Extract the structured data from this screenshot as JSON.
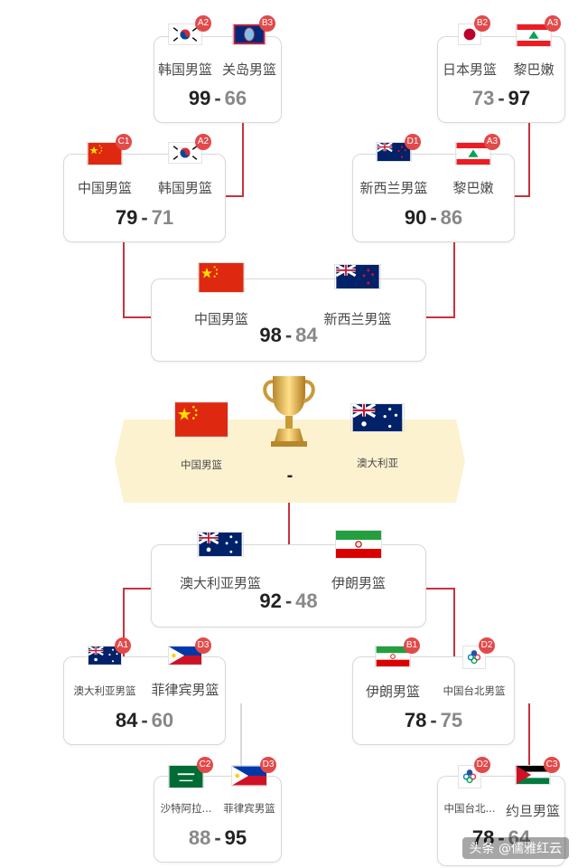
{
  "colors": {
    "accent_line": "#c8323c",
    "badge": "#e24a4a",
    "final_bg": "#fdf2d0"
  },
  "matches": {
    "m1": {
      "team1": {
        "name": "韩国男篮",
        "seed": "A2"
      },
      "team2": {
        "name": "关岛男篮",
        "seed": "B3"
      },
      "score1": "99",
      "score2": "66"
    },
    "m2": {
      "team1": {
        "name": "日本男篮",
        "seed": "B2"
      },
      "team2": {
        "name": "黎巴嫩",
        "seed": "A3"
      },
      "score1": "73",
      "score2": "97"
    },
    "m3": {
      "team1": {
        "name": "中国男篮",
        "seed": "C1"
      },
      "team2": {
        "name": "韩国男篮",
        "seed": "A2"
      },
      "score1": "79",
      "score2": "71"
    },
    "m4": {
      "team1": {
        "name": "新西兰男篮",
        "seed": "D1"
      },
      "team2": {
        "name": "黎巴嫩",
        "seed": "A3"
      },
      "score1": "90",
      "score2": "86"
    },
    "m5": {
      "team1": {
        "name": "中国男篮"
      },
      "team2": {
        "name": "新西兰男篮"
      },
      "score1": "98",
      "score2": "84"
    },
    "final": {
      "team1": {
        "name": "中国男篮"
      },
      "team2": {
        "name": "澳大利亚"
      },
      "score": "-"
    },
    "m6": {
      "team1": {
        "name": "澳大利亚男篮"
      },
      "team2": {
        "name": "伊朗男篮"
      },
      "score1": "92",
      "score2": "48"
    },
    "m7": {
      "team1": {
        "name": "澳大利亚男篮",
        "seed": "A1"
      },
      "team2": {
        "name": "菲律宾男篮",
        "seed": "D3"
      },
      "score1": "84",
      "score2": "60"
    },
    "m8": {
      "team1": {
        "name": "伊朗男篮",
        "seed": "B1"
      },
      "team2": {
        "name": "中国台北男篮",
        "seed": "D2"
      },
      "score1": "78",
      "score2": "75"
    },
    "m9": {
      "team1": {
        "name": "沙特阿拉...",
        "seed": "C2"
      },
      "team2": {
        "name": "菲律宾男篮",
        "seed": "D3"
      },
      "score1": "88",
      "score2": "95"
    },
    "m10": {
      "team1": {
        "name": "中国台北...",
        "seed": "D2"
      },
      "team2": {
        "name": "约旦男篮",
        "seed": "C3"
      },
      "score1": "78",
      "score2": "64"
    }
  },
  "watermark": "头条 @儒雅红云"
}
